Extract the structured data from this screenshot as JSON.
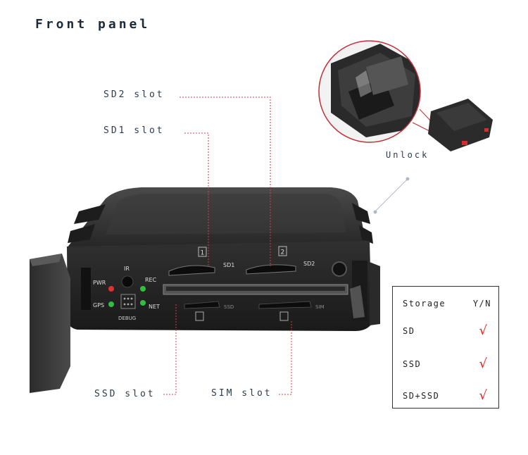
{
  "title": "Front panel",
  "callouts": {
    "sd2_slot": "SD2 slot",
    "sd1_slot": "SD1 slot",
    "ssd_slot": "SSD slot",
    "sim_slot": "SIM slot",
    "unlock": "Unlock"
  },
  "device_labels": {
    "pwr": "PWR",
    "gps": "GPS",
    "ir": "IR",
    "rec": "REC",
    "net": "NET",
    "debug": "DEBUG",
    "sd1": "SD1",
    "sd2": "SD2",
    "slot1": "1",
    "slot2": "2",
    "ssd": "SSD",
    "sim": "SIM"
  },
  "storage_table": {
    "header_name": "Storage",
    "header_yn": "Y/N",
    "rows": [
      {
        "name": "SD",
        "supported": "√"
      },
      {
        "name": "SSD",
        "supported": "√"
      },
      {
        "name": "SD+SSD",
        "supported": "√"
      }
    ]
  },
  "colors": {
    "callout_line": "#d04050",
    "device_body": "#2a2a2a",
    "led_red": "#e03030",
    "led_green": "#30c040",
    "tick": "#e02020"
  }
}
